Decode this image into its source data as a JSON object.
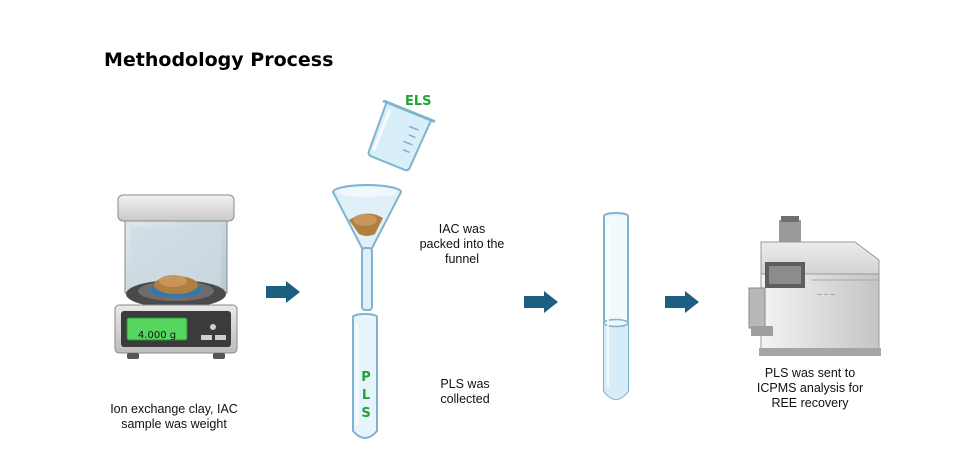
{
  "title": "Methodology Process",
  "captions": {
    "balance": [
      "Ion exchange clay, IAC",
      "sample was weight"
    ],
    "funnel": [
      "IAC was",
      "packed into the",
      "funnel"
    ],
    "pls_collected": [
      "PLS was",
      "collected"
    ],
    "icpms": [
      "PLS was sent to",
      "ICPMS analysis for",
      "REE recovery"
    ]
  },
  "labels": {
    "els": "ELS",
    "pls_letters": [
      "P",
      "L",
      "S"
    ],
    "balance_display": "4.000 g"
  },
  "icons": {
    "balance": "analytical-balance-icon",
    "beaker": "beaker-icon",
    "funnel": "funnel-icon",
    "test_tube": "test-tube-icon",
    "icpms": "icp-ms-instrument-icon",
    "arrow": "right-arrow-icon"
  },
  "colors": {
    "arrow": "#1d5f80",
    "label_green": "#21a336",
    "display_green": "#57d65f",
    "glass": "#cfe8f5"
  }
}
